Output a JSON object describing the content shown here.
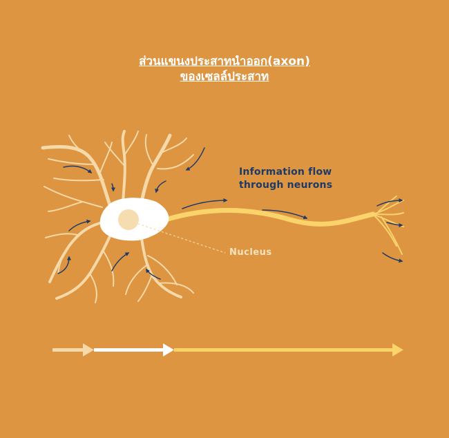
{
  "title": {
    "line1": "ส่วนแขนงประสาทนำออก(axon)",
    "line2": "ของเซลล์ประสาท"
  },
  "labels": {
    "information_flow_line1": "Information flow",
    "information_flow_line2": "through neurons",
    "nucleus": "Nucleus"
  },
  "colors": {
    "background": "#DD9541",
    "dendrite": "#F6D9A8",
    "cell_body": "#FFFFFF",
    "nucleus": "#F6DDB0",
    "axon": "#FAD46A",
    "arrow": "#1E3A66",
    "bar_dendrite": "#F6D9A8",
    "bar_cell_body": "#FFFFFF",
    "bar_axon": "#FAD46A"
  }
}
